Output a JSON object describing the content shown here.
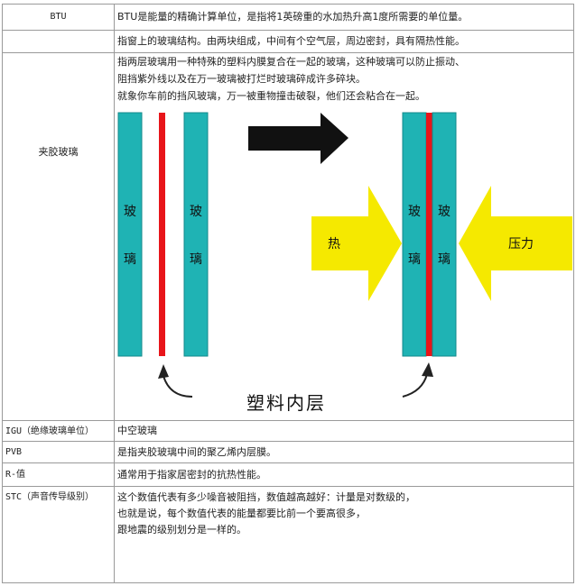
{
  "rows": [
    {
      "term": "BTU",
      "definition": [
        "BTU是能量的精确计算单位，是指将1英磅重的水加热升高1度所需要的单位量。"
      ]
    },
    {
      "term": "",
      "definition": [
        "指窗上的玻璃结构。由两块组成，中间有个空气层，周边密封，具有隔热性能。"
      ]
    },
    {
      "term": "夹胶玻璃",
      "definition": [
        "指两层玻璃用一种特殊的塑料内膜复合在一起的玻璃，这种玻璃可以防止振动、",
        "阻挡紫外线以及在万一玻璃被打烂时玻璃碎成许多碎块。",
        "就象你车前的挡风玻璃，万一被重物撞击破裂，他们还会粘合在一起。"
      ]
    },
    {
      "term": "IGU（绝缘玻璃单位）",
      "definition": [
        "中空玻璃"
      ]
    },
    {
      "term": "PVB",
      "definition": [
        "是指夹胶玻璃中间的聚乙烯内层膜。"
      ]
    },
    {
      "term": "R-值",
      "definition": [
        "通常用于指家居密封的抗热性能。"
      ]
    },
    {
      "term": "STC（声音传导级别）",
      "definition": [
        "这个数值代表有多少噪音被阻挡，数值越高越好：计量是对数级的，",
        "也就是说，每个数值代表的能量都要比前一个要高很多，",
        "跟地震的级别划分是一样的。"
      ]
    }
  ],
  "diagram": {
    "pane_char_1": "玻",
    "pane_char_2": "璃",
    "heat_label": "热",
    "pressure_label": "压力",
    "interlayer_label": "塑料内层"
  },
  "colors": {
    "glass": "#1fb3b4",
    "interlayer": "#e8151a",
    "arrow_yellow": "#f5e900",
    "arrow_black": "#111111",
    "border": "#9a9a9a"
  }
}
